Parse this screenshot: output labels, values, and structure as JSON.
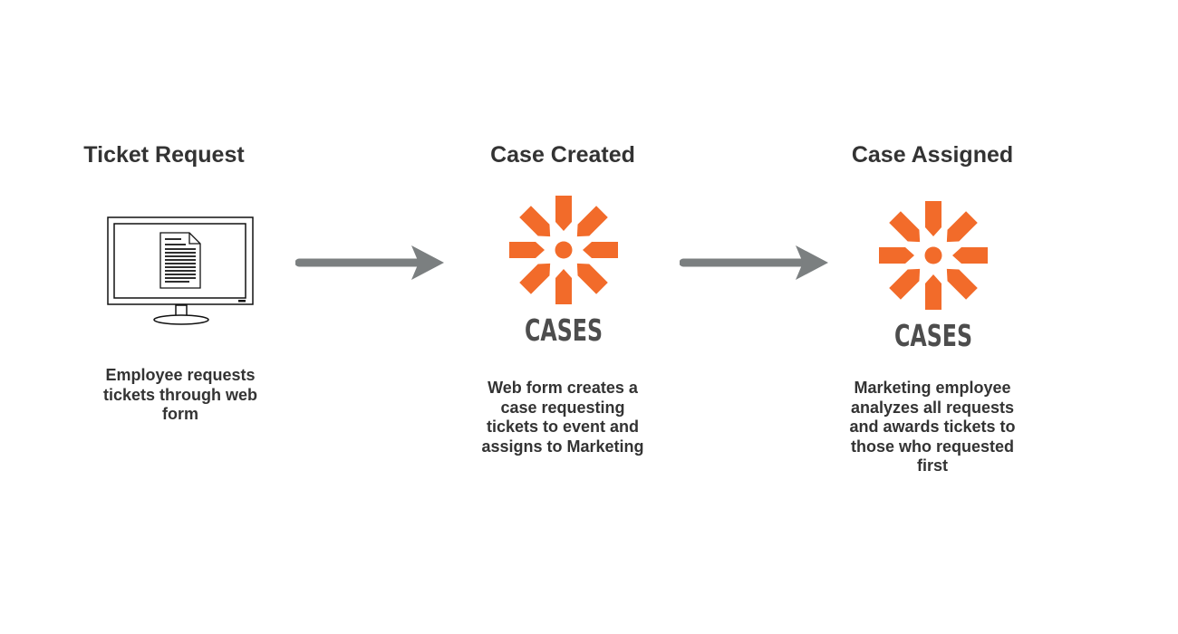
{
  "steps": [
    {
      "title": "Ticket Request",
      "description": [
        "Employee requests",
        "tickets through web",
        "form"
      ],
      "icon": "computer-document-icon"
    },
    {
      "title": "Case Created",
      "logo_text": "CASES",
      "description": [
        "Web form creates a",
        "case requesting",
        "tickets to event and",
        "assigns to Marketing"
      ],
      "icon": "cases-logo-icon"
    },
    {
      "title": "Case Assigned",
      "logo_text": "CASES",
      "description": [
        "Marketing employee",
        "analyzes all requests",
        "and awards tickets to",
        "those who requested",
        "first"
      ],
      "icon": "cases-logo-icon"
    }
  ],
  "connectors": [
    "arrow-right-icon",
    "arrow-right-icon"
  ],
  "colors": {
    "accent": "#f26b2a",
    "text": "#333333",
    "logo_text": "#4d4d4d",
    "arrow": "#7b7f80"
  }
}
